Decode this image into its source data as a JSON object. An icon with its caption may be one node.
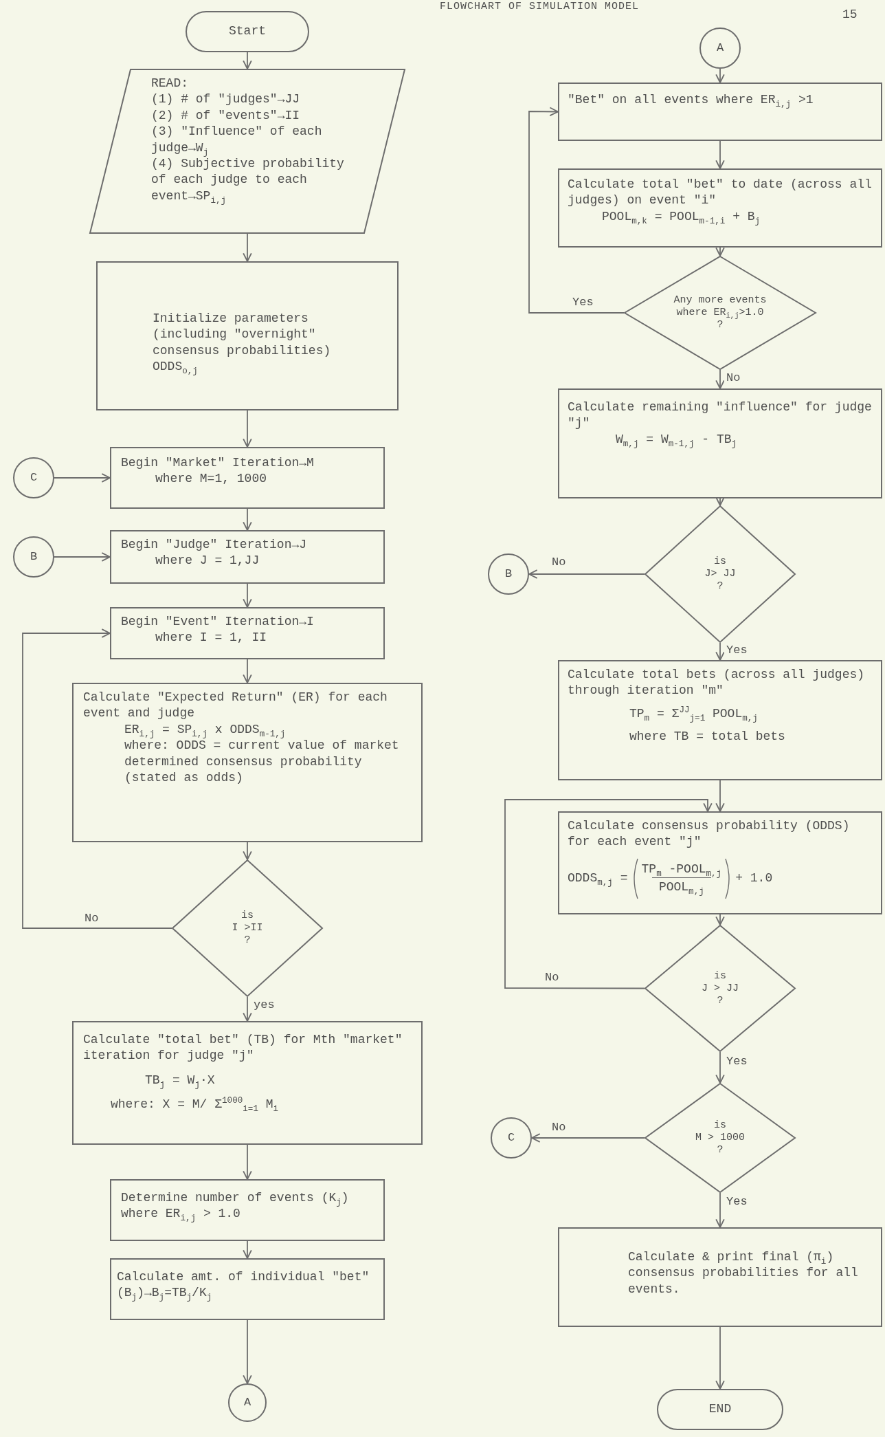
{
  "diagram": {
    "title": "FLOWCHART OF SIMULATION MODEL",
    "nodes": [
      {
        "text": [
          "Start"
        ]
      },
      {
        "text": [
          "READ:",
          "(1) # of \"judges\"→JJ",
          "(2) # of \"events\"→II",
          "(3) \"Influence\" of each judge→W$_{j}$",
          "(4) Subjective probability of each judge to each event→SP$_{i,j}$"
        ]
      },
      {
        "text": [
          "Initialize parameters (including \"overnight\" consensus probabilities)",
          "ODDS$_{o,j}$"
        ]
      },
      {
        "text": [
          "Begin \"Market\" Iteration→M",
          "where M=1, 1000"
        ]
      },
      {
        "text": [
          "C"
        ]
      },
      {
        "text": [
          "Begin \"Judge\" Iteration→J",
          "where J = 1,JJ"
        ]
      },
      {
        "text": [
          "B"
        ]
      },
      {
        "text": [
          "Begin \"Event\" Iternation→I",
          "where I = 1, II"
        ]
      },
      {
        "text": [
          "Calculate \"Expected Return\" (ER) for each event and judge",
          "ER$_{i,j}$ = SP$_{i,j}$ x ODDS$_{m-1,j}$",
          "where: ODDS = current value of market determined consensus probability (stated as odds)"
        ]
      },
      {
        "text": [
          "is",
          "I >II",
          "?"
        ]
      },
      {
        "text": [
          "Calculate \"total bet\" (TB) for Mth \"market\" iteration for judge \"j\"",
          "TB$_{j}$ = W$_{j}$·X",
          "where: X = M/ Σ$^{1000}$$_{i=1}$ M$_{i}$"
        ]
      },
      {
        "text": [
          "Determine number of events (K$_{j}$) where ER$_{i,j}$ > 1.0"
        ]
      },
      {
        "text": [
          "Calculate amt. of individual \"bet\" (B$_{j}$)→B$_{j}$=TB$_{j}$/K$_{j}$"
        ]
      },
      {
        "text": [
          "A"
        ]
      },
      {
        "text": [
          "A"
        ]
      },
      {
        "text": [
          "\"Bet\" on all events where ER$_{i,j}$ >1"
        ]
      },
      {
        "text": [
          "Calculate total \"bet\" to date (across all judges) on event \"i\"",
          "POOL$_{m,k}$ = POOL$_{m-1,i}$ + B$_{j}$"
        ]
      },
      {
        "text": [
          "Any more events where ER$_{i,j}$>1.0",
          "?"
        ]
      },
      {
        "text": [
          "Calculate remaining \"influence\" for judge \"j\"",
          "W$_{m,j}$ = W$_{m-1,j}$ - TB$_{j}$"
        ]
      },
      {
        "text": [
          "is",
          "J> JJ",
          "?"
        ]
      },
      {
        "text": [
          "B"
        ]
      },
      {
        "text": [
          "Calculate total bets (across all judges) through iteration \"m\"",
          "TP$_{m}$ = Σ$^{JJ}$$_{j=1}$ POOL$_{m,j}$",
          "where TB = total bets"
        ]
      },
      {
        "text": [
          "Calculate consensus probability (ODDS) for each event \"j\"",
          "ODDS$_{m,j}$ =",
          "TP$_{m}$ -POOL$_{m,j}$",
          "POOL$_{m,j}$",
          "+ 1.0"
        ]
      },
      {
        "text": [
          "is",
          "J > JJ",
          "?"
        ]
      },
      {
        "text": [
          "is",
          "M > 1000",
          "?"
        ]
      },
      {
        "text": [
          "C"
        ]
      },
      {
        "text": [
          "Calculate & print final (π$_{i}$) consensus probabilities for all events."
        ]
      },
      {
        "text": [
          "END"
        ]
      }
    ],
    "edges": [
      {
        "from": 0,
        "to": 1,
        "arrow": "to"
      },
      {
        "from": 1,
        "to": 2,
        "arrow": "to"
      },
      {
        "from": 2,
        "to": 3,
        "arrow": "to"
      },
      {
        "from": 4,
        "to": 3,
        "arrow": "to"
      },
      {
        "from": 3,
        "to": 5,
        "arrow": "to"
      },
      {
        "from": 6,
        "to": 5,
        "arrow": "to"
      },
      {
        "from": 5,
        "to": 7,
        "arrow": "to"
      },
      {
        "from": 7,
        "to": 8,
        "arrow": "to"
      },
      {
        "from": 8,
        "to": 9,
        "arrow": "to"
      },
      {
        "from": 9,
        "to": 7,
        "arrow": "to",
        "label": "No"
      },
      {
        "from": 9,
        "to": 10,
        "arrow": "to",
        "label": "yes"
      },
      {
        "from": 10,
        "to": 11,
        "arrow": "to"
      },
      {
        "from": 11,
        "to": 12,
        "arrow": "to"
      },
      {
        "from": 12,
        "to": 13,
        "arrow": "to"
      },
      {
        "from": 14,
        "to": 15,
        "arrow": "to"
      },
      {
        "from": 15,
        "to": 16,
        "arrow": "to"
      },
      {
        "from": 16,
        "to": 17,
        "arrow": "to"
      },
      {
        "from": 17,
        "to": 15,
        "arrow": "to",
        "label": "Yes"
      },
      {
        "from": 17,
        "to": 18,
        "arrow": "to",
        "label": "No"
      },
      {
        "from": 18,
        "to": 19,
        "arrow": "to"
      },
      {
        "from": 19,
        "to": 20,
        "arrow": "to",
        "label": "No"
      },
      {
        "from": 19,
        "to": 21,
        "arrow": "to",
        "label": "Yes"
      },
      {
        "from": 21,
        "to": 22,
        "arrow": "to"
      },
      {
        "from": 23,
        "to": 22,
        "arrow": "to",
        "label": "No"
      },
      {
        "from": 22,
        "to": 23,
        "arrow": "to"
      },
      {
        "from": 23,
        "to": 24,
        "arrow": "to",
        "label": "Yes"
      },
      {
        "from": 24,
        "to": 25,
        "arrow": "to",
        "label": "No"
      },
      {
        "from": 24,
        "to": 26,
        "arrow": "to",
        "label": "Yes"
      },
      {
        "from": 26,
        "to": 27,
        "arrow": "to"
      }
    ],
    "labels": [
      "15"
    ]
  }
}
